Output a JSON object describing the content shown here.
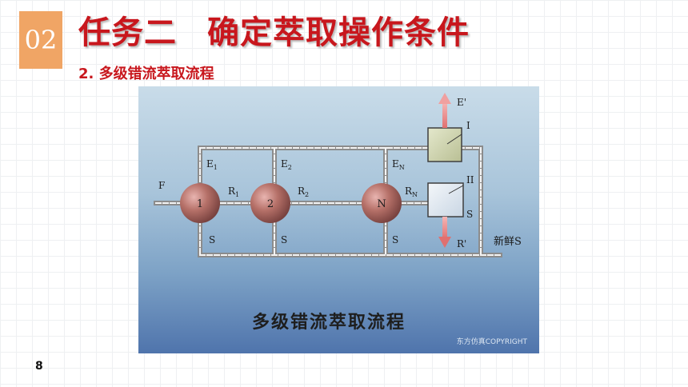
{
  "section_number": "02",
  "title_part1": "任务二",
  "title_part2": "确定萃取操作条件",
  "subtitle": "2. 多级错流萃取流程",
  "page_number": "8",
  "diagram": {
    "stages": [
      "1",
      "2",
      "N"
    ],
    "labels": {
      "feed": "F",
      "extract_out": "E'",
      "raffinate_out": "R'",
      "fresh_solvent": "新鲜S",
      "unit_1": "I",
      "unit_2": "II",
      "solvent": "S",
      "e_stage_1": "E",
      "e_stage_1_sub": "1",
      "e_stage_2": "E",
      "e_stage_2_sub": "2",
      "e_stage_n": "E",
      "e_stage_n_sub": "N",
      "r_stage_1": "R",
      "r_stage_1_sub": "1",
      "r_stage_2": "R",
      "r_stage_2_sub": "2",
      "r_stage_n": "R",
      "r_stage_n_sub": "N"
    },
    "caption": "多级错流萃取流程",
    "watermark": "东方仿真COPYRIGHT"
  },
  "colors": {
    "accent_red": "#c8171d",
    "number_box": "#f0a565",
    "stage_ball": "#a86060",
    "arrow_pink": "#ee8c8c"
  }
}
